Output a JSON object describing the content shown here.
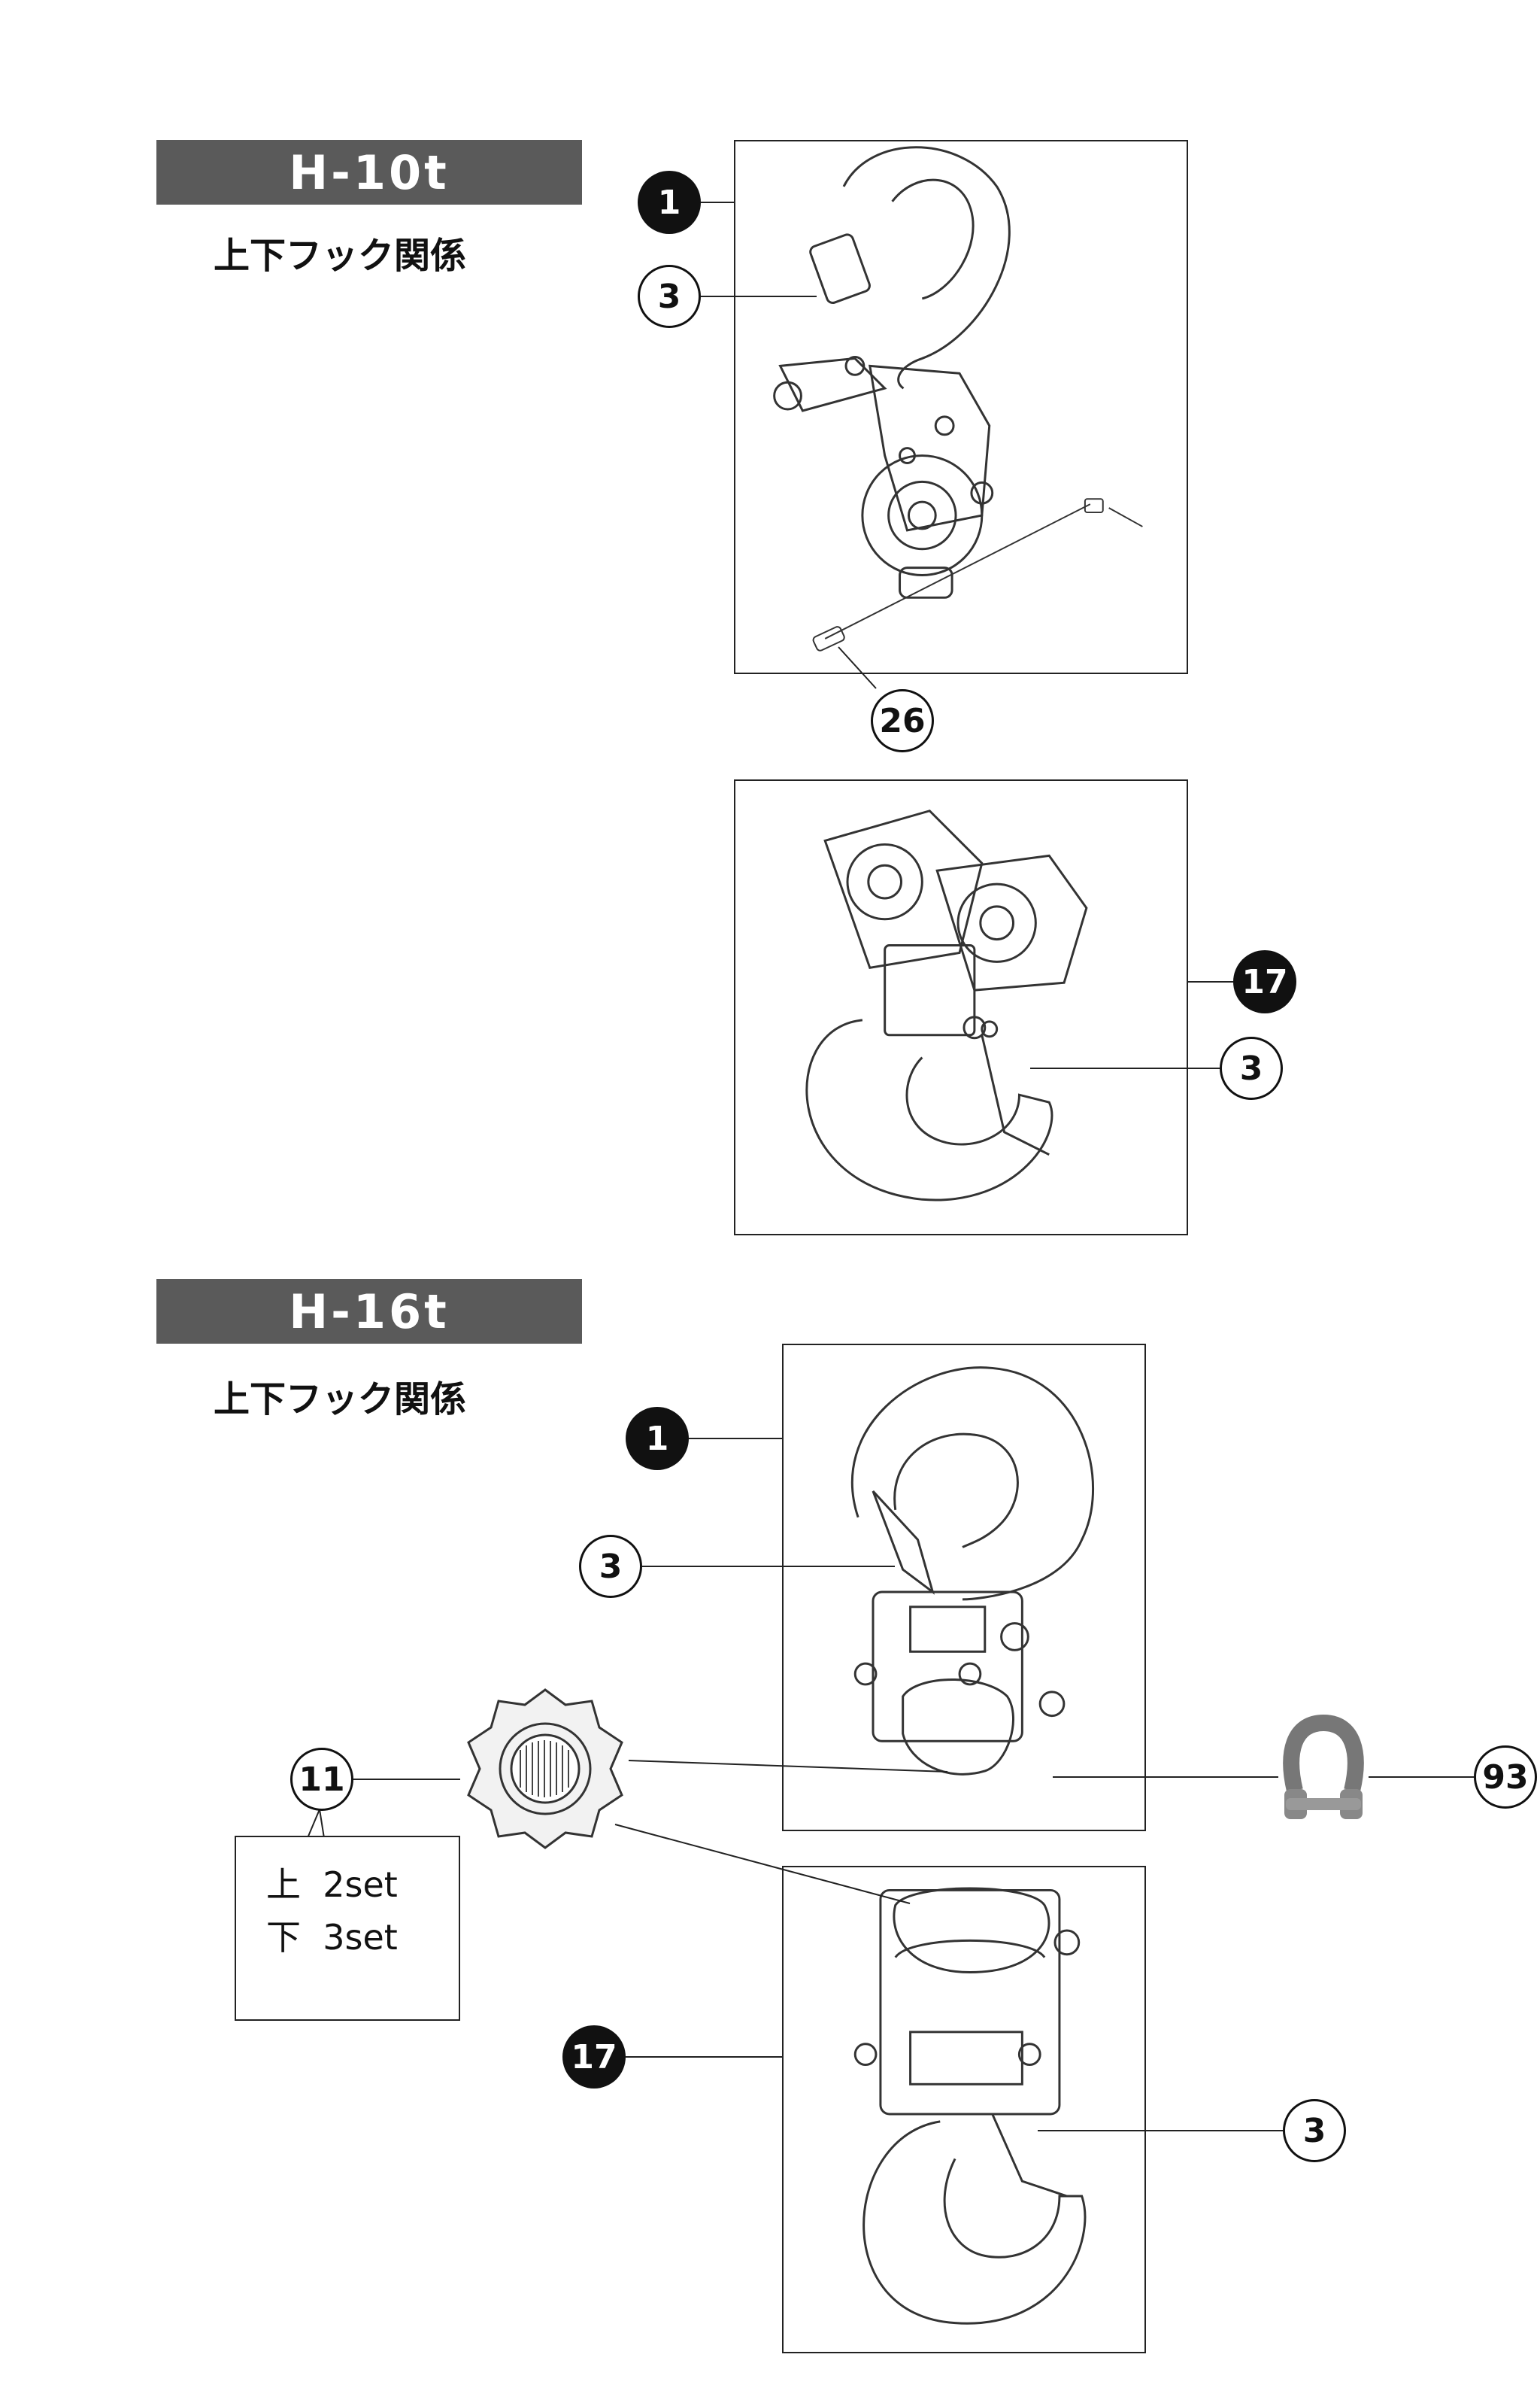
{
  "sections": [
    {
      "model": "H-10t",
      "subtitle": "上下フック関係"
    },
    {
      "model": "H-16t",
      "subtitle": "上下フック関係"
    }
  ],
  "callouts": {
    "h10_top_hook": "1",
    "h10_latch_top": "3",
    "h10_pin": "26",
    "h10_bottom_hook": "17",
    "h10_latch_bottom": "3",
    "h16_top_hook": "1",
    "h16_latch_top": "3",
    "h16_sheave": "11",
    "h16_shackle": "93",
    "h16_bottom_hook": "17",
    "h16_latch_bottom": "3"
  },
  "quantity_note": {
    "upper": "上  2set",
    "lower": "下  3set"
  }
}
